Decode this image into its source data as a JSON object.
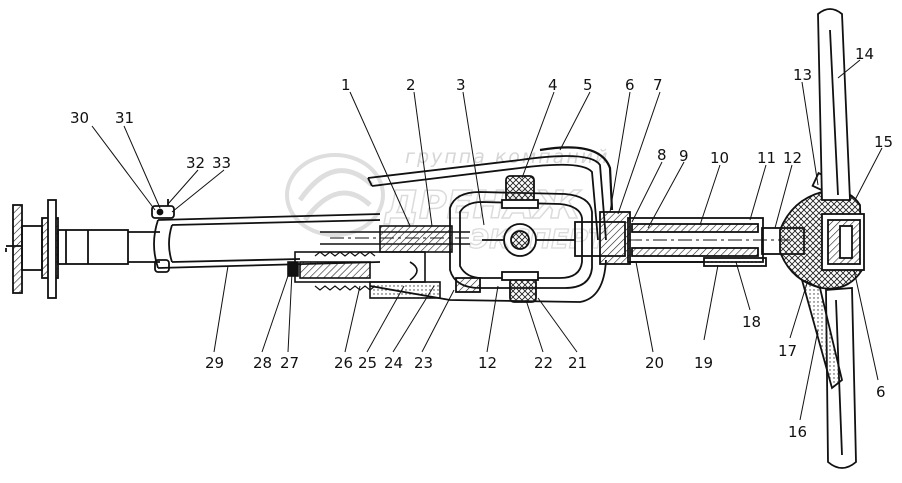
{
  "watermark": {
    "text": "группа компаний",
    "logo": "ДРЕНАЖ-ЭКСПЕРТ"
  },
  "callouts": [
    {
      "id": "c1",
      "label": "1"
    },
    {
      "id": "c2",
      "label": "2"
    },
    {
      "id": "c3",
      "label": "3"
    },
    {
      "id": "c4",
      "label": "4"
    },
    {
      "id": "c5",
      "label": "5"
    },
    {
      "id": "c6a",
      "label": "6"
    },
    {
      "id": "c7",
      "label": "7"
    },
    {
      "id": "c8",
      "label": "8"
    },
    {
      "id": "c9",
      "label": "9"
    },
    {
      "id": "c10",
      "label": "10"
    },
    {
      "id": "c11",
      "label": "11"
    },
    {
      "id": "c12a",
      "label": "12"
    },
    {
      "id": "c13",
      "label": "13"
    },
    {
      "id": "c14",
      "label": "14"
    },
    {
      "id": "c15",
      "label": "15"
    },
    {
      "id": "c6b",
      "label": "6"
    },
    {
      "id": "c16",
      "label": "16"
    },
    {
      "id": "c17",
      "label": "17"
    },
    {
      "id": "c18",
      "label": "18"
    },
    {
      "id": "c19",
      "label": "19"
    },
    {
      "id": "c20",
      "label": "20"
    },
    {
      "id": "c21",
      "label": "21"
    },
    {
      "id": "c22",
      "label": "22"
    },
    {
      "id": "c12b",
      "label": "12"
    },
    {
      "id": "c23",
      "label": "23"
    },
    {
      "id": "c24",
      "label": "24"
    },
    {
      "id": "c25",
      "label": "25"
    },
    {
      "id": "c26",
      "label": "26"
    },
    {
      "id": "c27",
      "label": "27"
    },
    {
      "id": "c28",
      "label": "28"
    },
    {
      "id": "c29",
      "label": "29"
    },
    {
      "id": "c30",
      "label": "30"
    },
    {
      "id": "c31",
      "label": "31"
    },
    {
      "id": "c32",
      "label": "32"
    },
    {
      "id": "c33",
      "label": "33"
    }
  ]
}
